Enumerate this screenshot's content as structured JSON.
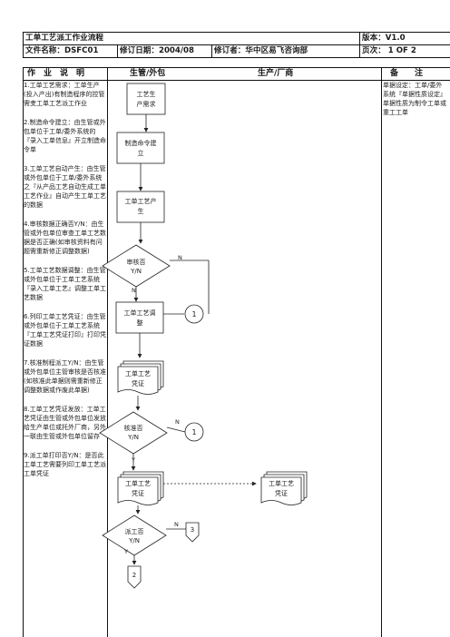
{
  "header": {
    "title": "工单工艺派工作业流程",
    "version": "版本：V1.0",
    "file_name": "文件名称：DSFC01",
    "revise_date": "修订日期：2004/08",
    "reviser": "修订者：华中区易飞咨询部",
    "page": "页次： 1 OF 2"
  },
  "columns": {
    "desc": "作　业　说　明",
    "prod": "生管/外包",
    "factory": "生产/厂商",
    "notes": "备　　注"
  },
  "steps": [
    "1.工单工艺需求：工单生产(投入产出)有制造程序的控管需叏工单工艺派工作业",
    "2.制造命令建立：由生管或外包单位于工单/委外系统的『录入工单信息』开立制造命令单",
    "3.工单工艺自动产生：由生管或外包单位于工单/委外系统之『从产品工艺自动生成工单工艺作业』自动产生工单工艺的数据",
    "4.审核数据正确否Y/N：由生管或外包单位审查工单工艺数据是否正确(如审核资料有问题需重新修正调整数据)",
    "5.工单工艺数据调整：由生管或外包单位于工单工艺系统『录入工单工艺』调整工单工艺数据",
    "6.列印工单工艺凭证：由生管或外包单位于工单工艺系统『工单工艺凭证打印』打印凭证数据",
    "7.核准制程派工Y/N：由生管或外包单位主管审核是否核准(如核准此单据则需重新修正调整数据或作废此单据)",
    "8.工单工艺凭证发放：工单工艺凭证由生管或外包单位发放给生产单位或托外厂商，另外一联由生管或外包单位留存",
    "9.派工单打印否Y/N：是否此工单工艺需要列印工单工艺派工单凭证"
  ],
  "notes_text": "单据设定：工单/委外系统『单据性质设定』单据性质为制令工单或重工工单",
  "flow": {
    "demand": [
      "工艺生",
      "产需求"
    ],
    "create_order": [
      "制造命令建",
      "立"
    ],
    "auto_gen": [
      "工单工艺产",
      "生"
    ],
    "review": [
      "审核否",
      "Y/N"
    ],
    "adjust": [
      "工单工艺调",
      "整"
    ],
    "voucher": [
      "工单工艺",
      "凭证"
    ],
    "approve": [
      "核准否",
      "Y/N"
    ],
    "voucher2": [
      "工单工艺",
      "凭证"
    ],
    "voucher3": [
      "工单工艺",
      "凭证"
    ],
    "dispatch": [
      "派工否",
      "Y/N"
    ],
    "yes": "Y",
    "no": "N",
    "conn1": "1",
    "conn2": "2",
    "conn3": "3"
  }
}
